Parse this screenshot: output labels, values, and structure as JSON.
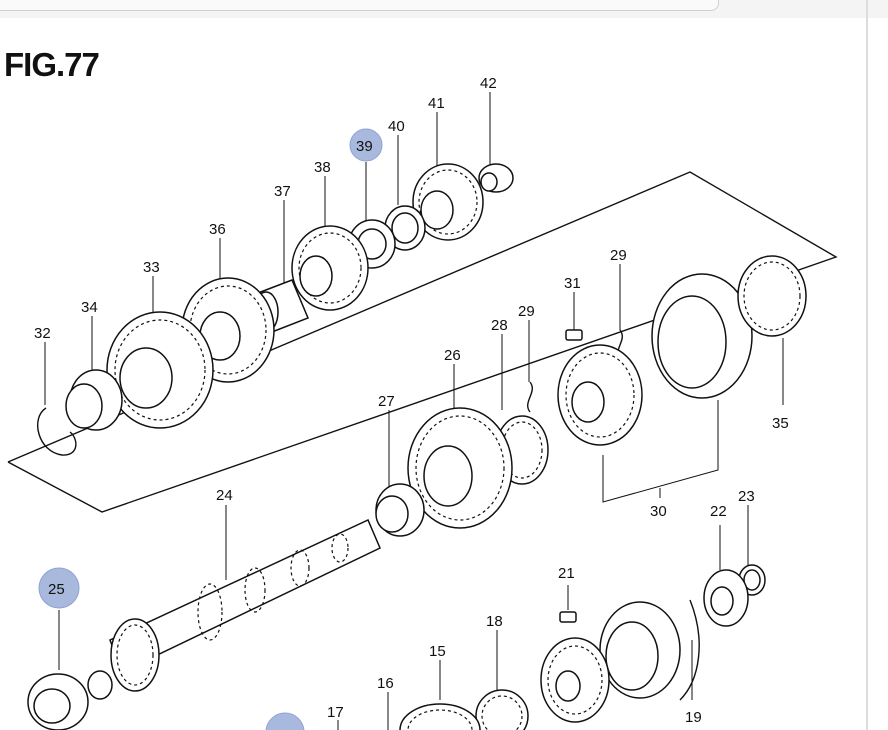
{
  "figure": {
    "title": "FIG.77"
  },
  "highlighted_parts": [
    "39",
    "25"
  ],
  "callouts": [
    "42",
    "41",
    "40",
    "39",
    "38",
    "37",
    "36",
    "33",
    "34",
    "32",
    "29",
    "31",
    "29",
    "28",
    "26",
    "27",
    "35",
    "30",
    "24",
    "25",
    "23",
    "22",
    "21",
    "18",
    "15",
    "16",
    "17",
    "19"
  ]
}
